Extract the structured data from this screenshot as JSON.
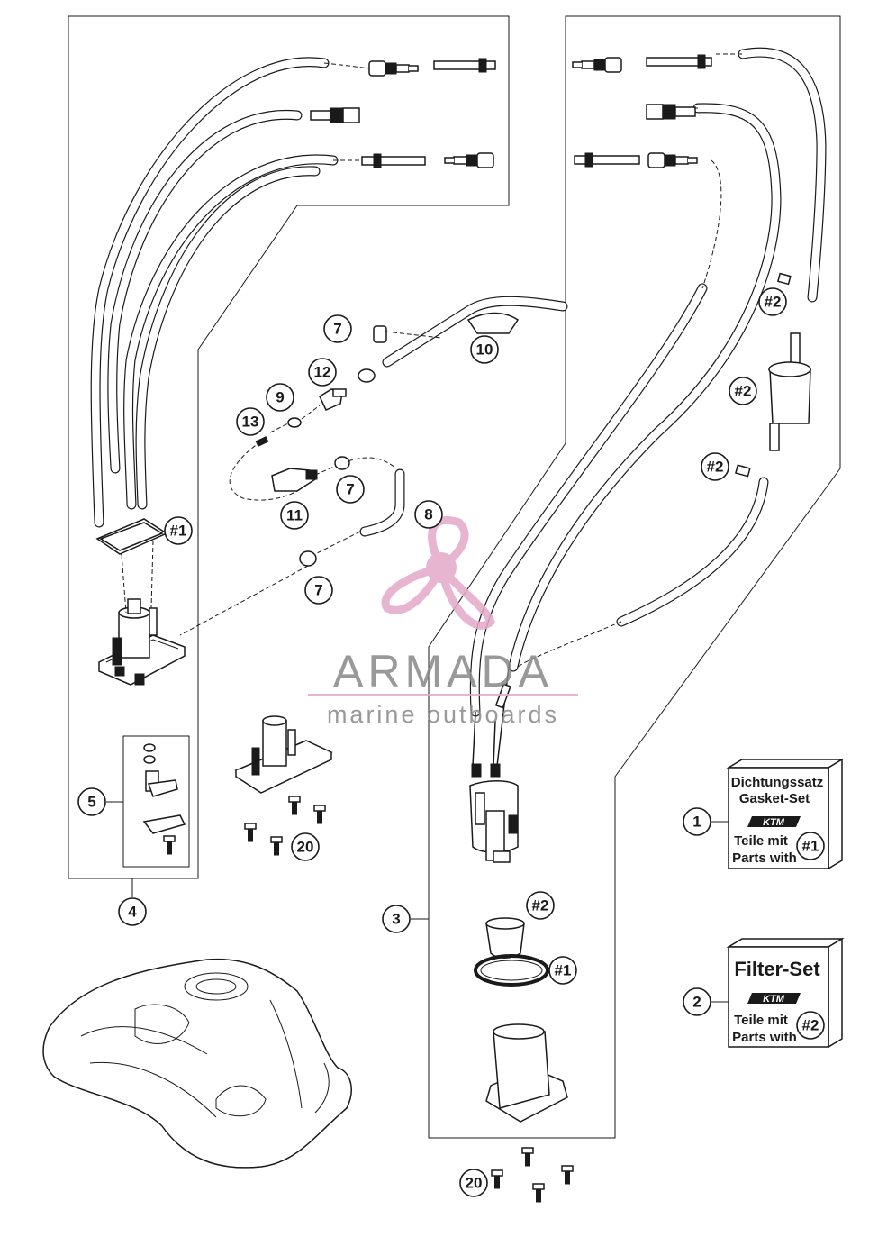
{
  "callouts": {
    "c1": "1",
    "c2": "2",
    "c3": "3",
    "c4": "4",
    "c5": "5",
    "c7a": "7",
    "c7b": "7",
    "c7c": "7",
    "c8": "8",
    "c9": "9",
    "c10": "10",
    "c11": "11",
    "c12": "12",
    "c13": "13",
    "c20a": "20",
    "c20b": "20",
    "h1a": "#1",
    "h1b": "#1",
    "h2a": "#2",
    "h2b": "#2",
    "h2c": "#2",
    "h2d": "#2"
  },
  "gasket_set": {
    "title_de": "Dichtungssatz",
    "title_en": "Gasket-Set",
    "brand": "KTM",
    "parts_de": "Teile mit",
    "parts_en": "Parts with",
    "tag": "#1"
  },
  "filter_set": {
    "title": "Filter-Set",
    "brand": "KTM",
    "parts_de": "Teile mit",
    "parts_en": "Parts with",
    "tag": "#2"
  },
  "watermark": {
    "name": "ARMADA",
    "tagline": "marine outboards",
    "logo_color": "#e5a9c9",
    "text_color": "#888888"
  }
}
